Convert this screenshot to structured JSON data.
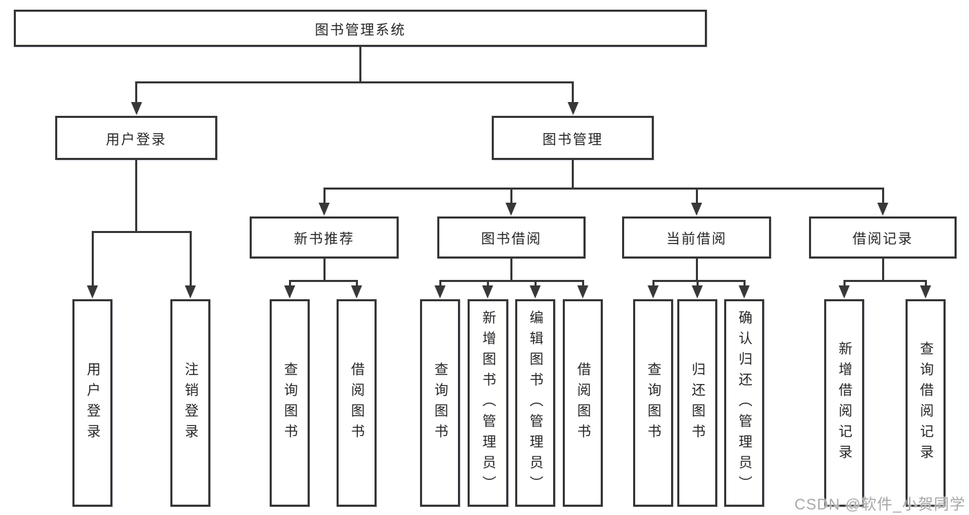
{
  "diagram": {
    "root": {
      "label": "图书管理系统"
    },
    "level2": [
      {
        "label": "用户登录"
      },
      {
        "label": "图书管理"
      }
    ],
    "level3": [
      {
        "label": "新书推荐"
      },
      {
        "label": "图书借阅"
      },
      {
        "label": "当前借阅"
      },
      {
        "label": "借阅记录"
      }
    ],
    "leaves": {
      "user_login": [
        {
          "label": "用户登录"
        },
        {
          "label": "注销登录"
        }
      ],
      "new_books": [
        {
          "label": "查询图书"
        },
        {
          "label": "借阅图书"
        }
      ],
      "book_borrow": [
        {
          "label": "查询图书"
        },
        {
          "label": "新增图书（管理员）"
        },
        {
          "label": "编辑图书（管理员）"
        },
        {
          "label": "借阅图书"
        }
      ],
      "current_borrow": [
        {
          "label": "查询图书"
        },
        {
          "label": "归还图书"
        },
        {
          "label": "确认归还（管理员）"
        }
      ],
      "borrow_records": [
        {
          "label": "新增借阅记录"
        },
        {
          "label": "查询借阅记录"
        }
      ]
    }
  },
  "watermark": {
    "text": "CSDN @软件_小贺同学"
  },
  "colors": {
    "line": "#383838",
    "border": "#363636",
    "text": "#262626",
    "watermark": "#a8a8a8",
    "background": "#ffffff"
  }
}
